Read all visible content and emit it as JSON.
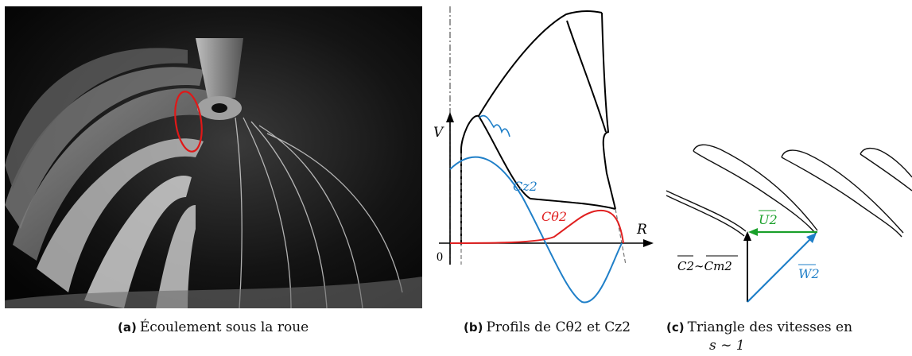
{
  "panel_a": {
    "caption_tag": "(a)",
    "caption_text": "Écoulement sous la roue"
  },
  "panel_b": {
    "caption_tag": "(b)",
    "caption_text": "Profils de Cθ2 et Cz2",
    "axis_y_label": "V",
    "axis_x_label": "R",
    "origin_label": "0",
    "curve_cz2_label": "Cz2",
    "curve_ctheta2_label": "Cθ2",
    "colors": {
      "cz2": "#1f7fc8",
      "ctheta2": "#e02020",
      "axis": "#000000"
    }
  },
  "panel_c": {
    "caption_tag": "(c)",
    "caption_text": "Triangle des vitesses en",
    "caption_line2": "s ∼ 1",
    "u2_label": "U2",
    "w2_label": "W2",
    "c2_label": "C2∼Cm2",
    "colors": {
      "u2": "#1aa02a",
      "w2": "#1f7fc8",
      "c2": "#000000"
    }
  }
}
